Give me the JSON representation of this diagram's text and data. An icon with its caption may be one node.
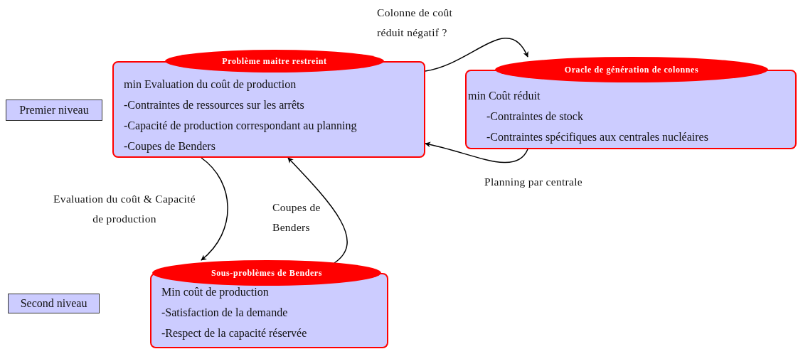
{
  "diagram": {
    "nodes": [
      {
        "text": [
          "Premier niveau"
        ]
      },
      {
        "text": [
          "Problème maitre restreint",
          "min Evaluation du coût de production",
          "-Contraintes de ressources sur les arrêts",
          "-Capacité de production correspondant au planning",
          "-Coupes de Benders"
        ]
      },
      {
        "text": [
          "Oracle de génération de colonnes",
          "min Coût réduit",
          "-Contraintes de stock",
          "-Contraintes spécifiques aux centrales nucléaires"
        ]
      },
      {
        "text": [
          "Second niveau"
        ]
      },
      {
        "text": [
          "Sous-problèmes de Benders",
          "Min coût de production",
          "-Satisfaction de la demande",
          "-Respect de la capacité réservée"
        ]
      }
    ],
    "edges": [
      {
        "from": 1,
        "to": 2,
        "arrow": "to",
        "label": "Colonne de coût réduit négatif ?"
      },
      {
        "from": 2,
        "to": 1,
        "arrow": "to",
        "label": "Planning par centrale"
      },
      {
        "from": 1,
        "to": 4,
        "arrow": "to",
        "label": "Evaluation du coût & Capacité de production"
      },
      {
        "from": 4,
        "to": 1,
        "arrow": "to",
        "label": "Coupes de Benders"
      }
    ]
  }
}
